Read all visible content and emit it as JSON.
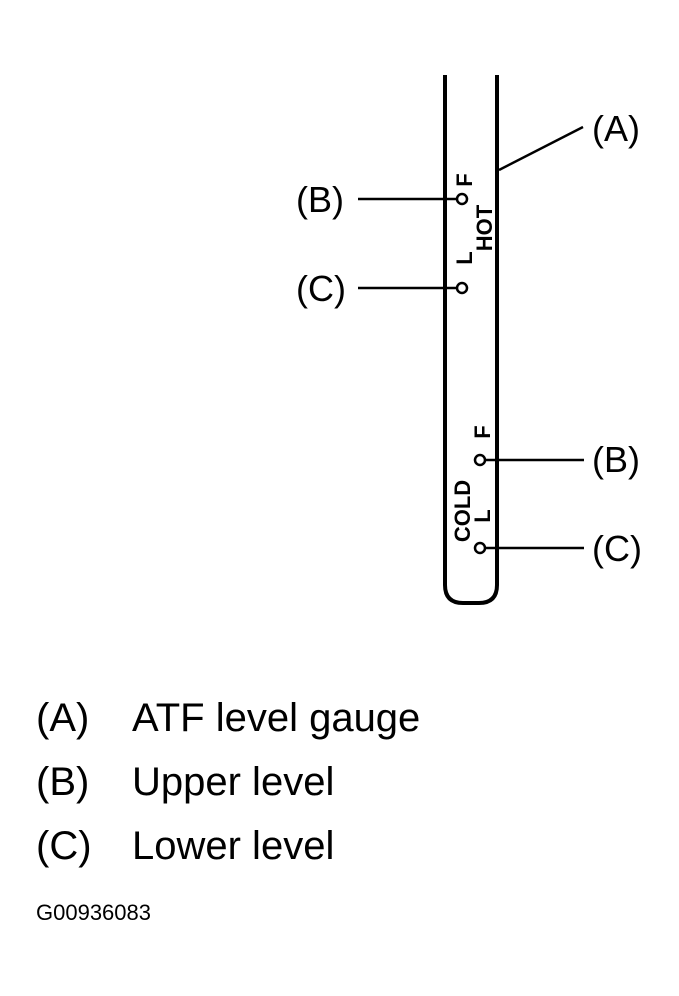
{
  "callouts": {
    "gauge": "(A)",
    "hot_upper": "(B)",
    "hot_lower": "(C)",
    "cold_upper": "(B)",
    "cold_lower": "(C)"
  },
  "markings": {
    "hot_full": "F",
    "hot_low": "L",
    "hot_label": "HOT",
    "cold_full": "F",
    "cold_low": "L",
    "cold_label": "COLD"
  },
  "legend": [
    {
      "key": "(A)",
      "desc": "ATF level gauge"
    },
    {
      "key": "(B)",
      "desc": "Upper level"
    },
    {
      "key": "(C)",
      "desc": "Lower level"
    }
  ],
  "figure_id": "G00936083"
}
